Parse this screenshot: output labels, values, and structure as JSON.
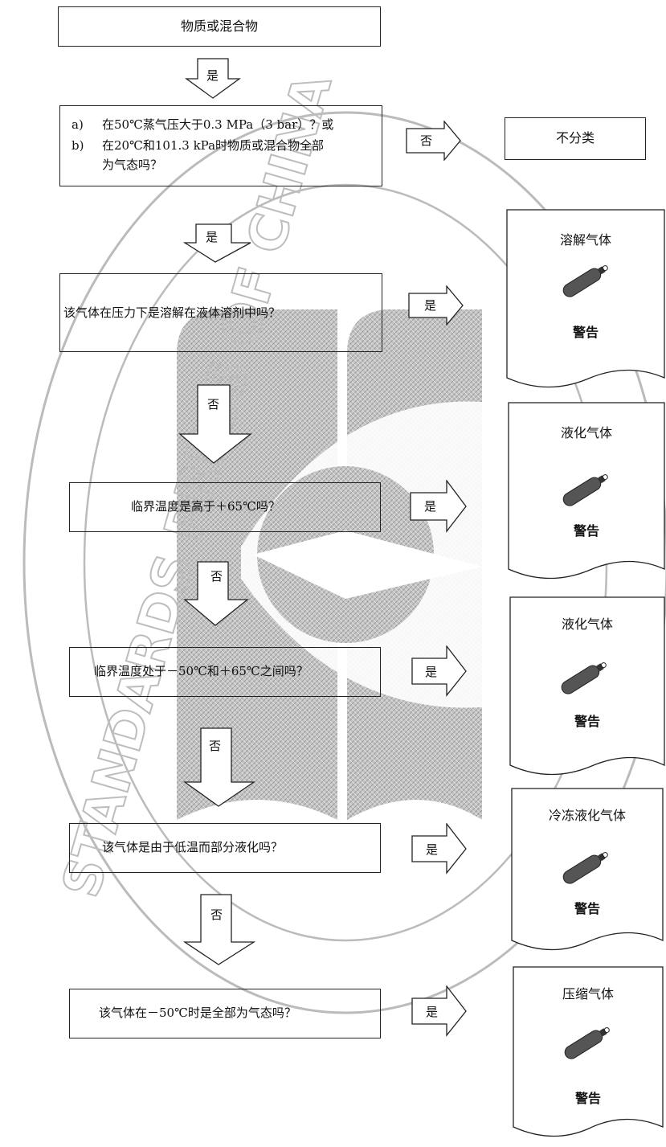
{
  "start": {
    "label": "物质或混合物"
  },
  "yes": "是",
  "no": "否",
  "q1": {
    "a_marker": "a)",
    "a_text": "在50℃蒸气压大于0.3 MPa（3 bar）？或",
    "b_marker": "b)",
    "b_text1": "在20℃和101.3 kPa时物质或混合物全部",
    "b_text2": "为气态吗？"
  },
  "not_classified": "不分类",
  "q2": "该气体在压力下是溶解在液体溶剂中吗？",
  "q3": "临界温度是高于＋65℃吗？",
  "q4": "临界温度处于－50℃和＋65℃之间吗？",
  "q5": "该气体是由于低温而部分液化吗？",
  "q6": "该气体在－50℃时是全部为气态吗？",
  "results": [
    {
      "title": "溶解气体",
      "signal": "警告"
    },
    {
      "title": "液化气体",
      "signal": "警告"
    },
    {
      "title": "液化气体",
      "signal": "警告"
    },
    {
      "title": "冷冻液化气体",
      "signal": "警告"
    },
    {
      "title": "压缩气体",
      "signal": "警告"
    }
  ],
  "watermark": "STANDARDS PRESS OF CHINA"
}
